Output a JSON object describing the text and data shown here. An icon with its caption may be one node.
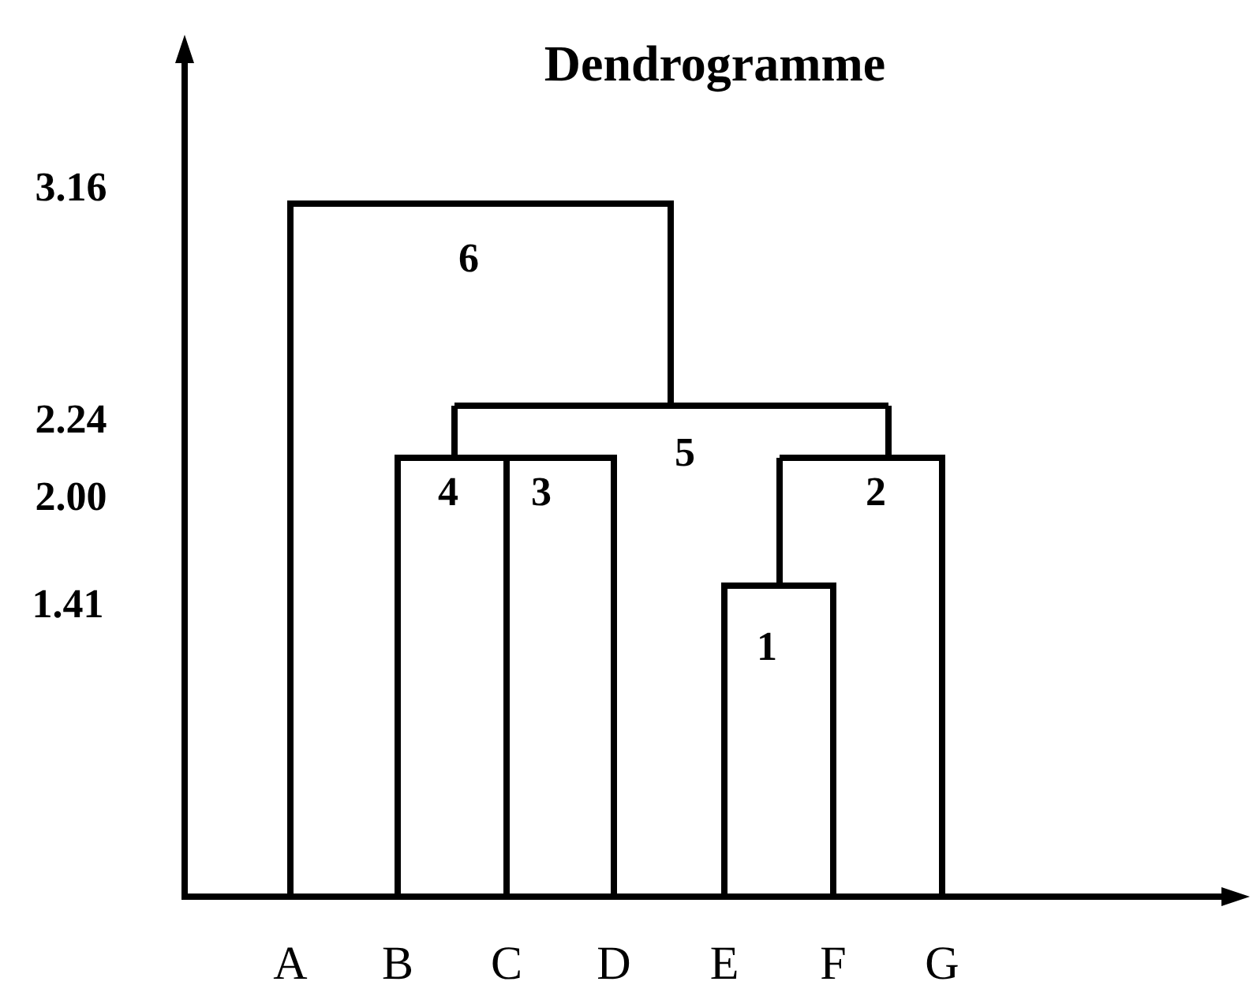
{
  "diagram": {
    "title": "Dendrogramme",
    "labels": [
      "3.16",
      "6",
      "2.24",
      "5",
      "2.00",
      "4",
      "3",
      "2",
      "1.41",
      "1",
      "A",
      "B",
      "C",
      "D",
      "E",
      "F",
      "G"
    ]
  }
}
